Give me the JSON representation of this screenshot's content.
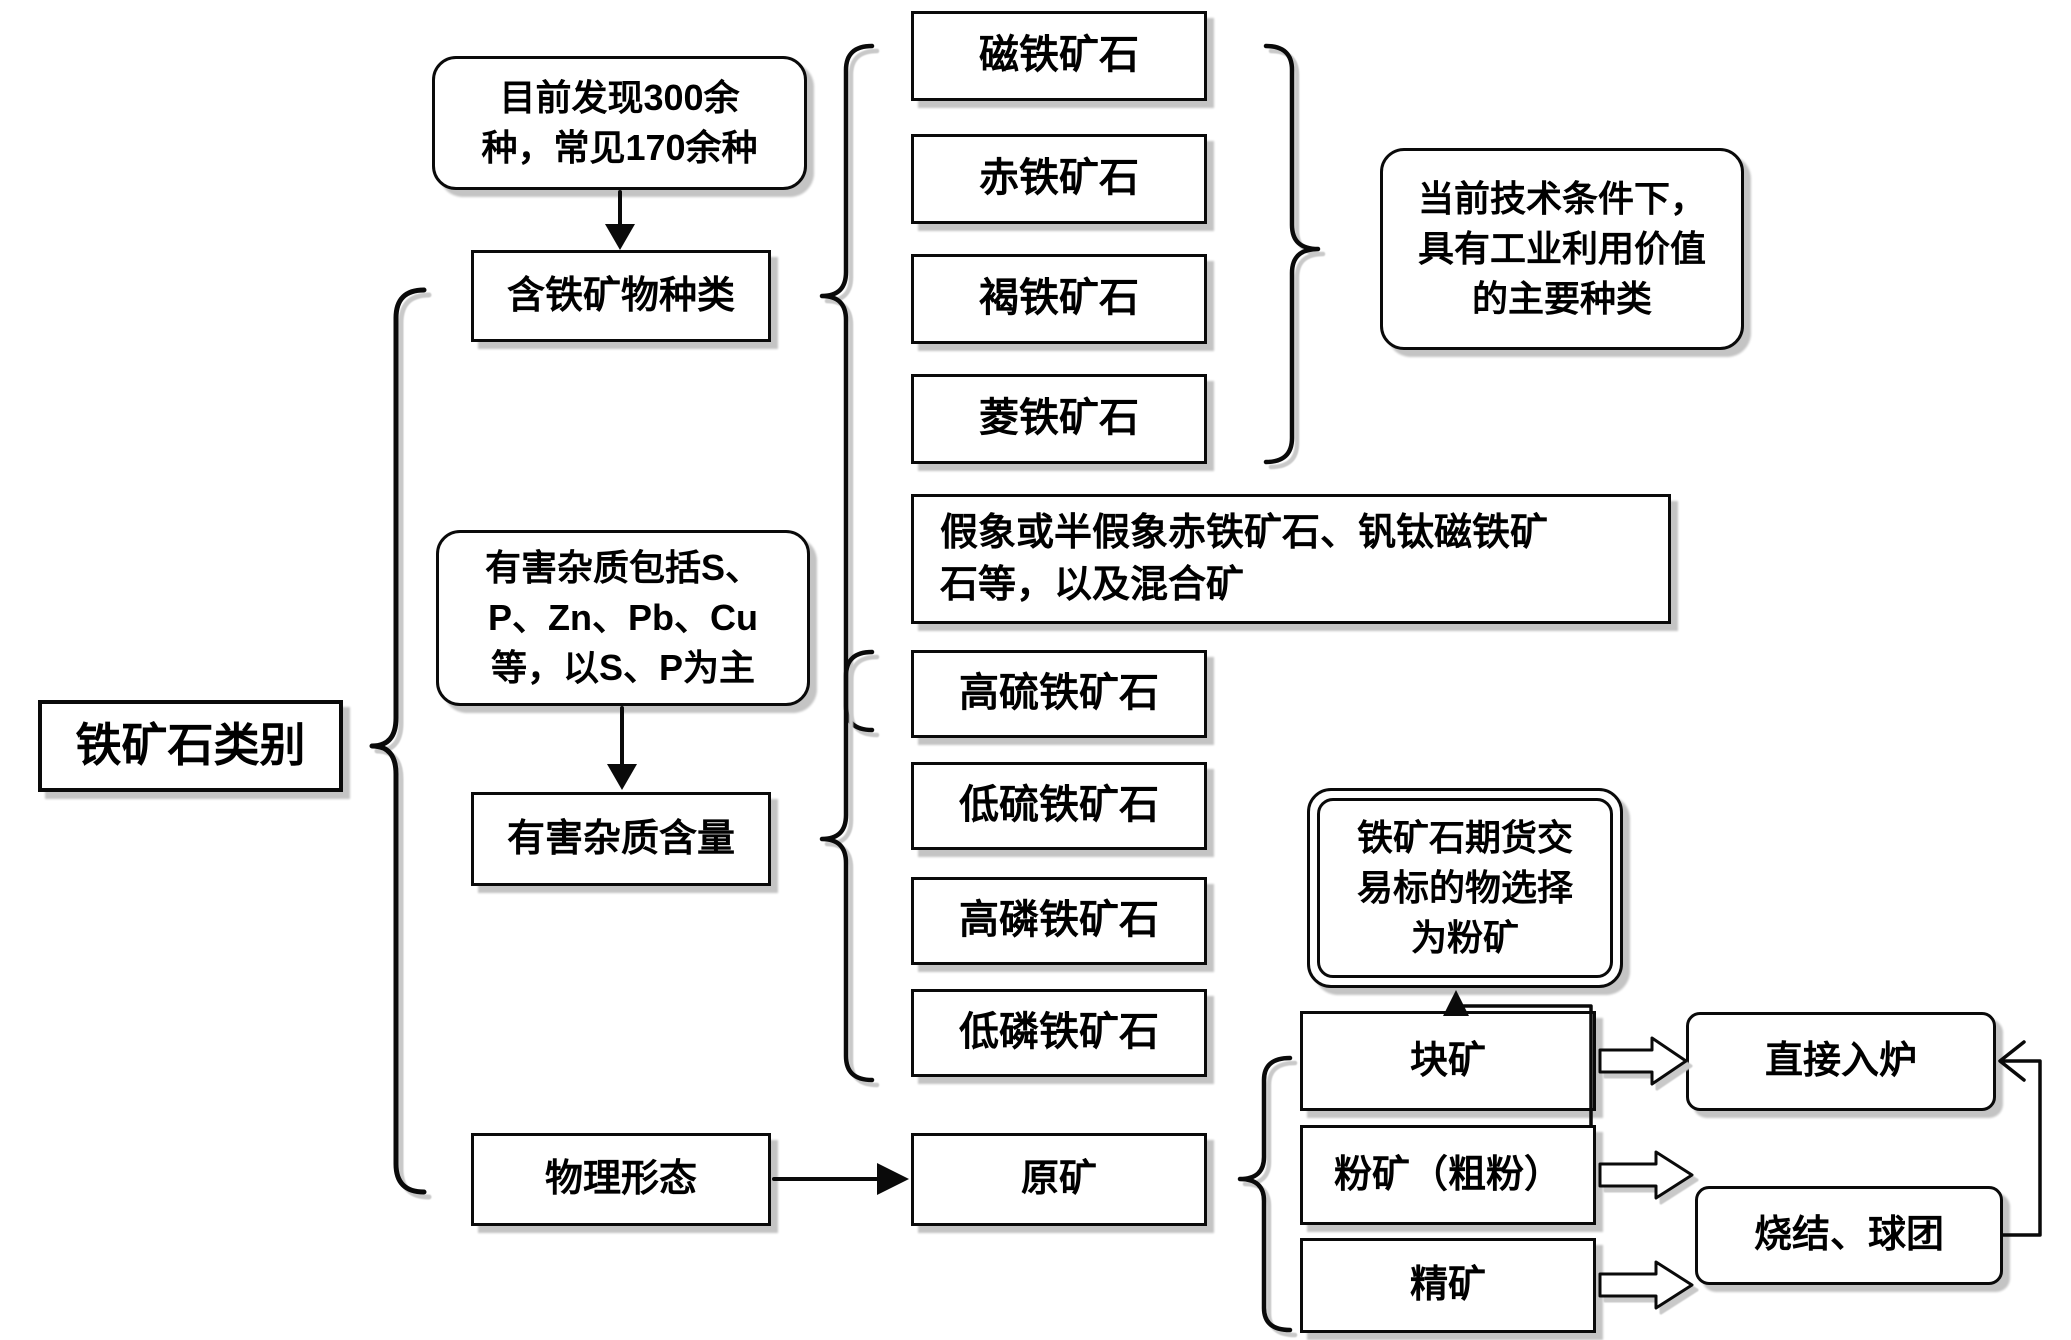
{
  "root": {
    "label": "铁矿石类别"
  },
  "mineral_branch": {
    "discovery_note": "目前发现300余\n种，常见170余种",
    "category": "含铁矿物种类",
    "items": [
      "磁铁矿石",
      "赤铁矿石",
      "褐铁矿石",
      "菱铁矿石"
    ],
    "industrial_value_note": "当前技术条件下，\n具有工业利用价值\n的主要种类",
    "other_types": "假象或半假象赤铁矿石、钒钛磁铁矿\n石等，以及混合矿"
  },
  "impurity_branch": {
    "impurity_note": "有害杂质包括S、\nP、Zn、Pb、Cu\n等，以S、P为主",
    "category": "有害杂质含量",
    "items": [
      "高硫铁矿石",
      "低硫铁矿石",
      "高磷铁矿石",
      "低磷铁矿石"
    ]
  },
  "physical_branch": {
    "category": "物理形态",
    "raw_ore": "原矿",
    "items": [
      "块矿",
      "粉矿（粗粉）",
      "精矿"
    ],
    "futures_note": "铁矿石期货交\n易标的物选择\n为粉矿",
    "direct_process": "直接入炉",
    "sinter_process": "烧结、球团"
  },
  "colors": {
    "ink": "#0a0a0a",
    "shadow": "#c9c9c9",
    "background": "#ffffff"
  }
}
